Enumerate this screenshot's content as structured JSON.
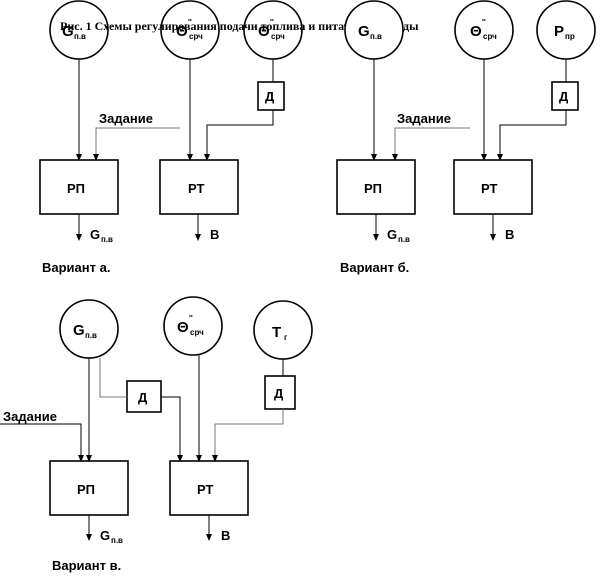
{
  "title": "Рис. 1 Схемы регулирования подачи топлива и питательной воды",
  "labels": {
    "zadanie": "Задание",
    "d": "Д",
    "rp": "РП",
    "rt": "РТ",
    "v": "В",
    "g_main": "G",
    "g_sub": "п.в",
    "theta_main": "Θ",
    "theta_sup": "''",
    "theta_sub": "срч",
    "p_main": "P",
    "p_sub": "пр",
    "t_main": "T",
    "t_sub": "г"
  },
  "variants": {
    "a": "Вариант а.",
    "b": "Вариант б.",
    "v": "Вариант в."
  }
}
